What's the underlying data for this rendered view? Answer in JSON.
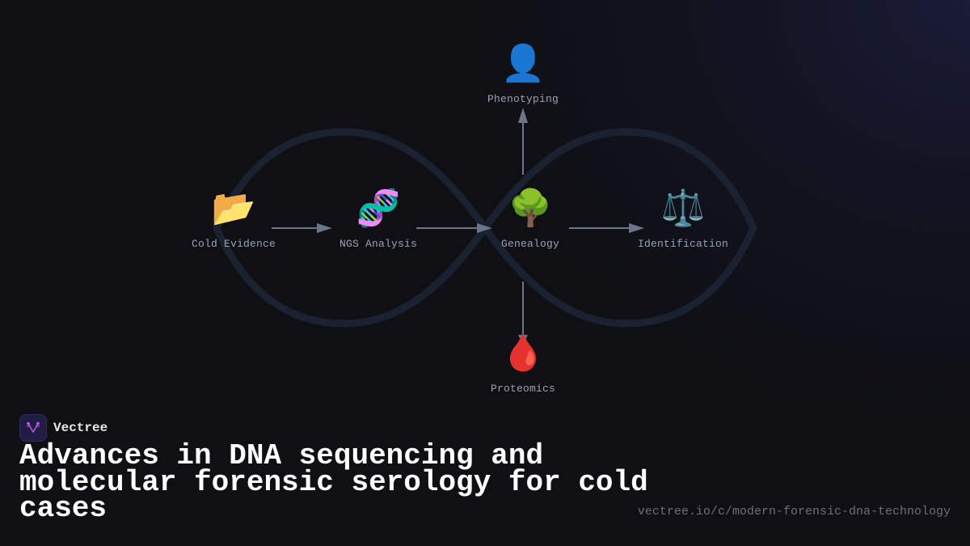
{
  "diagram": {
    "nodes": [
      {
        "id": "cold-evidence",
        "label": "Cold Evidence",
        "icon": "📂",
        "icon_name": "open-folder-icon"
      },
      {
        "id": "ngs-analysis",
        "label": "NGS Analysis",
        "icon": "🧬",
        "icon_name": "dna-icon"
      },
      {
        "id": "genealogy",
        "label": "Genealogy",
        "icon": "🌳",
        "icon_name": "tree-icon"
      },
      {
        "id": "identification",
        "label": "Identification",
        "icon": "⚖️",
        "icon_name": "scales-icon"
      },
      {
        "id": "phenotyping",
        "label": "Phenotyping",
        "icon": "👤",
        "icon_name": "person-silhouette-icon"
      },
      {
        "id": "proteomics",
        "label": "Proteomics",
        "icon": "🩸",
        "icon_name": "blood-drop-icon"
      }
    ],
    "edges": [
      {
        "from": "cold-evidence",
        "to": "ngs-analysis"
      },
      {
        "from": "ngs-analysis",
        "to": "genealogy"
      },
      {
        "from": "genealogy",
        "to": "identification"
      },
      {
        "from": "genealogy",
        "to": "phenotyping"
      },
      {
        "from": "genealogy",
        "to": "proteomics"
      }
    ],
    "colors": {
      "arrow": "#6b7689",
      "helix": "#1a2130",
      "label": "#9aa3b5"
    }
  },
  "brand": {
    "name": "Vectree",
    "logo_color": "#a64fd6"
  },
  "title": "Advances in DNA sequencing and molecular forensic serology for cold cases",
  "url": "vectree.io/c/modern-forensic-dna-technology"
}
